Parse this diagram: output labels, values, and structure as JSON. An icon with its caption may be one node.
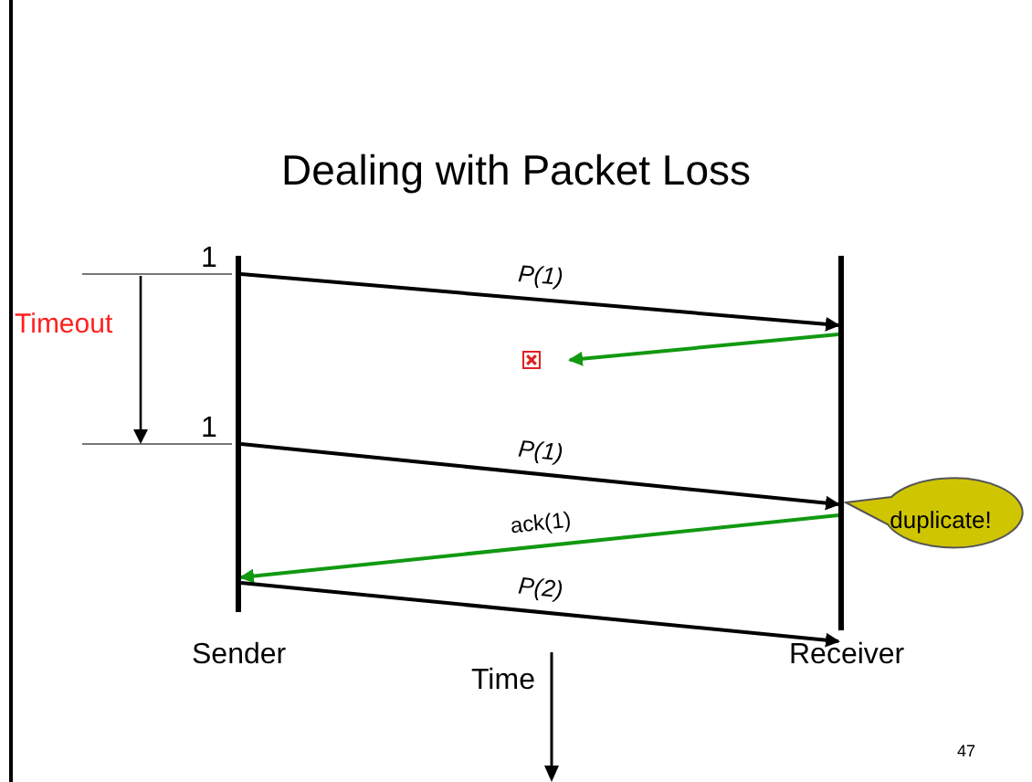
{
  "diagram": {
    "title": "Dealing with Packet Loss",
    "nodes": [
      {
        "text": [],
        "shape": "line",
        "beside": [
          "Sender"
        ]
      },
      {
        "text": [],
        "shape": "line",
        "beside": [
          "Receiver"
        ]
      },
      {
        "text": [],
        "shape": "cross"
      },
      {
        "text": [
          "duplicate!"
        ]
      }
    ],
    "edges": [
      {
        "from": 0,
        "to": 1,
        "arrow": "to",
        "label": "P(1)"
      },
      {
        "from": 1,
        "to": 2,
        "arrow": "to",
        "color": "#119911"
      },
      {
        "from": 0,
        "to": 1,
        "arrow": "to",
        "label": "P(1)"
      },
      {
        "from": 1,
        "to": 0,
        "arrow": "to",
        "label": "ack(1)",
        "color": "#119911"
      },
      {
        "from": 0,
        "to": 1,
        "arrow": "to",
        "label": "P(2)"
      }
    ],
    "labels": [
      "1",
      "1",
      "Timeout",
      "Time",
      "47"
    ]
  }
}
